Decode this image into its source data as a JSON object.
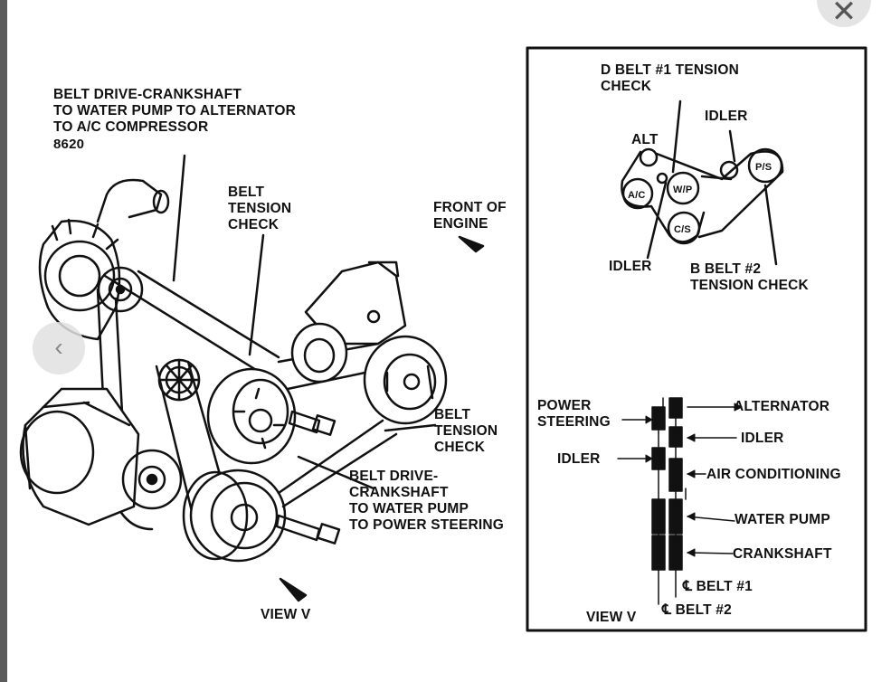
{
  "left_view": {
    "belt_drive_water_pump_alternator": "BELT DRIVE-CRANKSHAFT\nTO WATER PUMP TO ALTERNATOR\nTO A/C COMPRESSOR",
    "part_number": "8620",
    "belt_tension_check_top": "BELT\nTENSION\nCHECK",
    "front_of_engine": "FRONT OF\nENGINE",
    "belt_tension_check_right": "BELT\nTENSION\nCHECK",
    "belt_drive_power_steering": "BELT DRIVE-\nCRANKSHAFT\nTO WATER PUMP\nTO POWER STEERING",
    "view_label": "VIEW V"
  },
  "inset_top": {
    "d_belt_tension": "D BELT #1 TENSION\nCHECK",
    "idler_top": "IDLER",
    "alt": "ALT",
    "ac": "A/C",
    "wp": "W/P",
    "ps": "P/S",
    "cs": "C/S",
    "idler_bottom": "IDLER",
    "b_belt_tension": "B BELT #2\nTENSION CHECK"
  },
  "inset_bottom": {
    "power_steering": "POWER\nSTEERING",
    "alternator": "ALTERNATOR",
    "idler_right": "IDLER",
    "idler_left": "IDLER",
    "air_conditioning": "AIR CONDITIONING",
    "water_pump": "WATER PUMP",
    "crankshaft": "CRANKSHAFT",
    "belt1": "℄ BELT #1",
    "belt2": "℄ BELT #2",
    "view_label": "VIEW V"
  },
  "controls": {
    "close_icon": "✕",
    "prev_icon": "‹"
  }
}
